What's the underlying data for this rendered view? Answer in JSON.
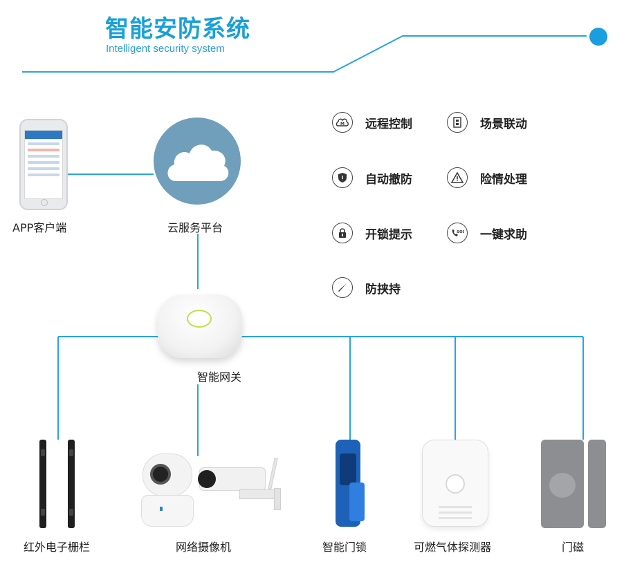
{
  "header": {
    "title_zh": "智能安防系统",
    "title_en": "Intelligent security system"
  },
  "nodes": {
    "app": "APP客户端",
    "cloud": "云服务平台",
    "gateway": "智能网关"
  },
  "features": [
    {
      "label": "远程控制",
      "icon": "remote-control-icon"
    },
    {
      "label": "场景联动",
      "icon": "scene-link-icon"
    },
    {
      "label": "自动撤防",
      "icon": "shield-icon"
    },
    {
      "label": "险情处理",
      "icon": "warning-icon"
    },
    {
      "label": "开锁提示",
      "icon": "lock-icon"
    },
    {
      "label": "一键求助",
      "icon": "sos-phone-icon"
    },
    {
      "label": "防挟持",
      "icon": "knife-icon"
    }
  ],
  "devices": [
    {
      "label": "红外电子栅栏"
    },
    {
      "label": "网络摄像机"
    },
    {
      "label": "智能门锁"
    },
    {
      "label": "可燃气体探测器"
    },
    {
      "label": "门磁"
    }
  ],
  "colors": {
    "accent": "#1a9ee0",
    "title": "#1aa0d8",
    "line": "#29a3e0",
    "cloud": "#6f9fba"
  }
}
